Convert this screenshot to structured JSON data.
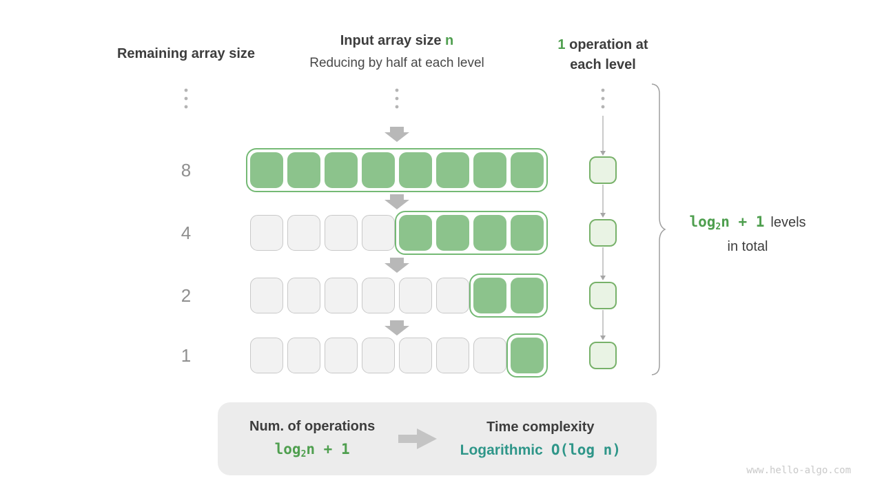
{
  "colors": {
    "green_text": "#4f9f4f",
    "teal_text": "#2f9689",
    "cell_green": "#8cc38c",
    "group_border": "#74b974",
    "op_fill": "#e9f3e4",
    "op_border": "#77b169",
    "cell_gray": "#f2f2f2",
    "cell_gray_border": "#c8c8c8",
    "dark_text": "#3d3d3d",
    "muted_text": "#8f8f8f",
    "arrow_gray": "#b8b8b8",
    "line_gray": "#a6a6a6",
    "brace_gray": "#9e9e9e"
  },
  "headers": {
    "left": "Remaining array size",
    "center_title": "Input array size ",
    "center_title_var": "n",
    "center_subtitle": "Reducing by half at each level",
    "right_num": "1",
    "right_rest": " operation at",
    "right_line2": "each level"
  },
  "levels": [
    {
      "label": "8",
      "total": 8,
      "active": 8
    },
    {
      "label": "4",
      "total": 8,
      "active": 4
    },
    {
      "label": "2",
      "total": 8,
      "active": 2
    },
    {
      "label": "1",
      "total": 8,
      "active": 1
    }
  ],
  "brace_label": {
    "formula_base": "log",
    "formula_sub": "2",
    "formula_rest": "n + 1",
    "suffix": "levels",
    "line2": "in total"
  },
  "summary": {
    "ops_title": "Num. of operations",
    "ops_formula_base": "log",
    "ops_formula_sub": "2",
    "ops_formula_rest": "n + 1",
    "tc_title": "Time complexity",
    "tc_label": "Logarithmic",
    "tc_formula": "O(log n)"
  },
  "watermark": "www.hello-algo.com",
  "icons": {
    "down_arrow": "▼",
    "right_arrow": "►",
    "ellipsis": "⋮"
  }
}
